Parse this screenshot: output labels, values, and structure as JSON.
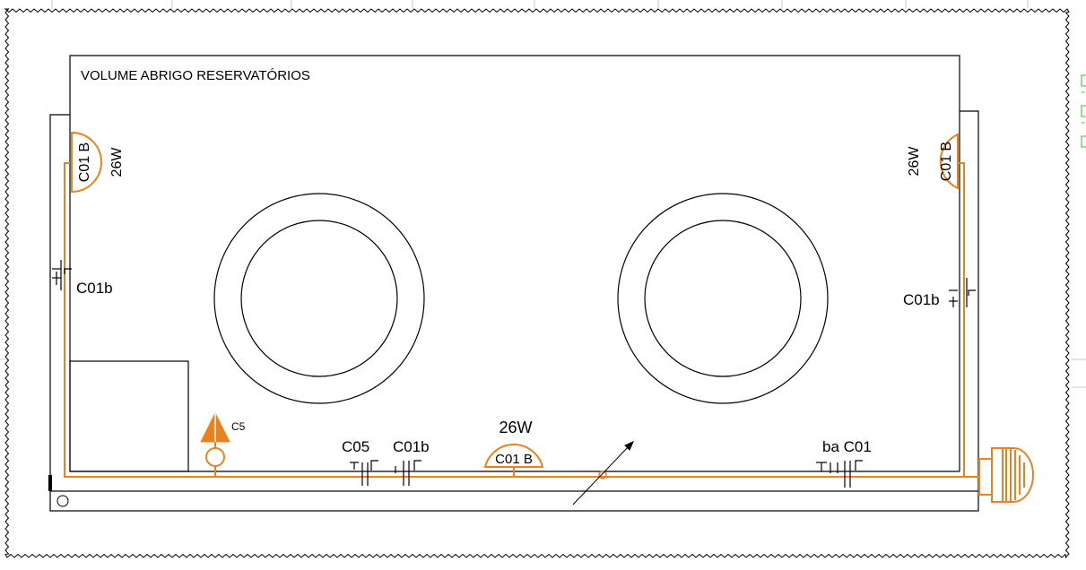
{
  "drawing": {
    "title": "VOLUME ABRIGO RESERVATÓRIOS",
    "colors": {
      "line": "#000000",
      "conduit": "#e8821e",
      "cloud": "#000000",
      "marker": "#33bb33",
      "grid": "#c8c8c8"
    },
    "fixtures": {
      "left_wall": {
        "code": "C01 B",
        "power": "26W"
      },
      "right_wall": {
        "code": "C01 B",
        "power": "26W"
      },
      "bottom": {
        "code": "C01 B",
        "power": "26W"
      }
    },
    "switches": {
      "left": "C01b",
      "right": "C01b",
      "bottom_c05": "C05",
      "bottom_c01b": "C01b",
      "bottom_ba": "ba C01"
    },
    "outlet_label": "C5",
    "icons": [
      "outlet-triangle-icon",
      "fixture-semicircle-icon",
      "switch-symbol-icon",
      "wall-light-icon",
      "junction-circle-icon",
      "arrow-icon",
      "tank-circle-icon"
    ]
  }
}
